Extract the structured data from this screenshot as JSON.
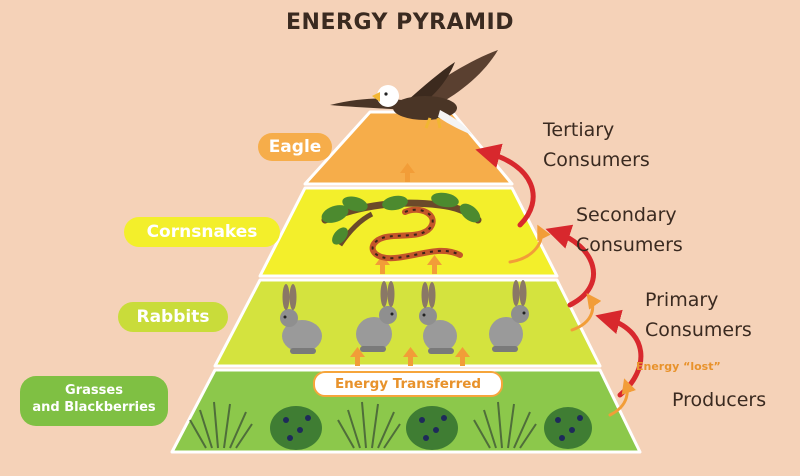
{
  "title": "ENERGY PYRAMID",
  "organisms": {
    "eagle": "Eagle",
    "cornsnakes": "Cornsnakes",
    "rabbits": "Rabbits",
    "grasses_line1": "Grasses",
    "grasses_line2": "and Blackberries"
  },
  "trophic_levels": {
    "tertiary_line1": "Tertiary",
    "tertiary_line2": "Consumers",
    "secondary_line1": "Secondary",
    "secondary_line2": "Consumers",
    "primary_line1": "Primary",
    "primary_line2": "Consumers",
    "producers": "Producers"
  },
  "annotations": {
    "energy_transferred": "Energy Transferred",
    "energy_lost": "Energy “lost”"
  },
  "colors": {
    "background": "#f5d2b8",
    "tier_eagle": "#f6ad4a",
    "tier_snake": "#f3ef2b",
    "tier_rabbit": "#d4e33e",
    "tier_plants": "#8cc84b",
    "red_arrow": "#d8282d",
    "orange_arrow": "#f29d38"
  },
  "icons": [
    "eagle-illustration",
    "snake-on-branch-illustration",
    "rabbit-illustration",
    "grass-tuft-illustration",
    "blackberry-bush-illustration"
  ]
}
